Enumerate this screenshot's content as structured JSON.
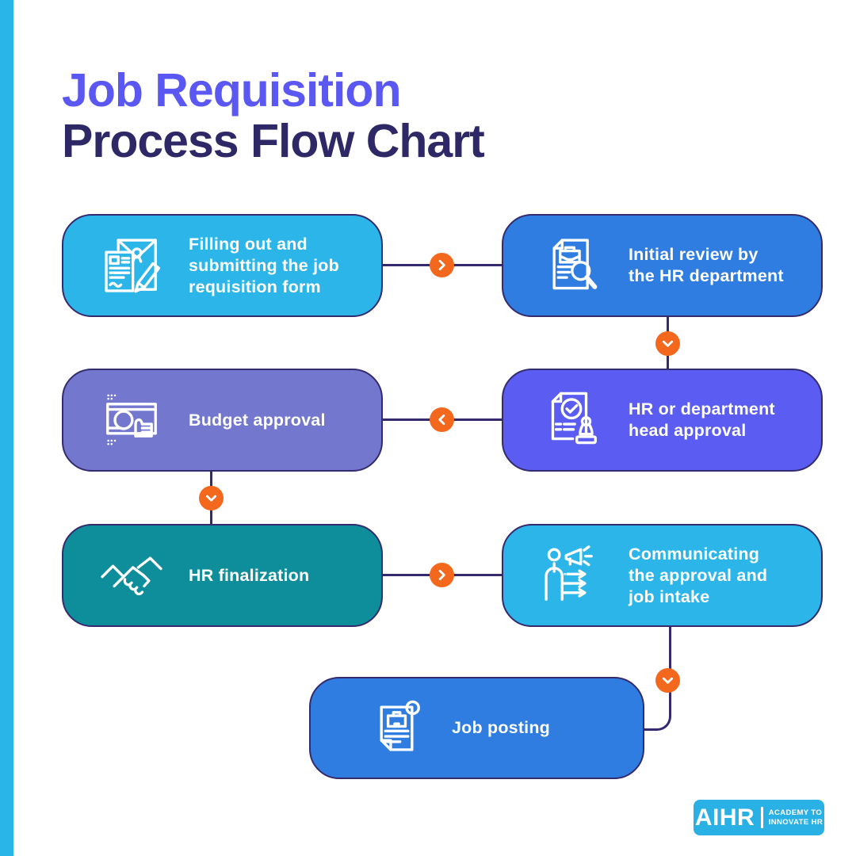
{
  "page": {
    "background": "#FFFFFF",
    "left_stripe_color": "#29B5E8",
    "title_line1": "Job Requisition",
    "title_line2": "Process Flow Chart",
    "title_line1_color": "#5A57F2",
    "title_line2_color": "#2E2966"
  },
  "connectors": {
    "line_color": "#332B6E",
    "arrow_circle_color": "#F3681D",
    "arrows": [
      {
        "from": "filling-form",
        "to": "initial-review",
        "direction": "right"
      },
      {
        "from": "initial-review",
        "to": "head-approval",
        "direction": "down"
      },
      {
        "from": "head-approval",
        "to": "budget-approval",
        "direction": "left"
      },
      {
        "from": "budget-approval",
        "to": "hr-finalization",
        "direction": "down"
      },
      {
        "from": "hr-finalization",
        "to": "communicating",
        "direction": "right"
      },
      {
        "from": "communicating",
        "to": "job-posting",
        "direction": "down"
      }
    ]
  },
  "steps": [
    {
      "label": "Filling out and\nsubmitting the job\nrequisition form",
      "icon": "form-submission-icon",
      "color": "#2CB5E8"
    },
    {
      "label": "Initial review by\nthe HR department",
      "icon": "document-review-icon",
      "color": "#2F7DE1"
    },
    {
      "label": "HR or department\nhead approval",
      "icon": "approval-stamp-icon",
      "color": "#5A5CF2"
    },
    {
      "label": "Budget approval",
      "icon": "budget-money-icon",
      "color": "#7477CE"
    },
    {
      "label": "HR finalization",
      "icon": "handshake-icon",
      "color": "#0E8D9A"
    },
    {
      "label": "Communicating\nthe approval and\njob intake",
      "icon": "megaphone-communication-icon",
      "color": "#2CB5E8"
    },
    {
      "label": "Job posting",
      "icon": "job-posting-icon",
      "color": "#2F7DE1"
    }
  ],
  "logo": {
    "background": "#29B1E6",
    "name": "AIHR",
    "tagline_line1": "ACADEMY TO",
    "tagline_line2": "INNOVATE HR"
  }
}
